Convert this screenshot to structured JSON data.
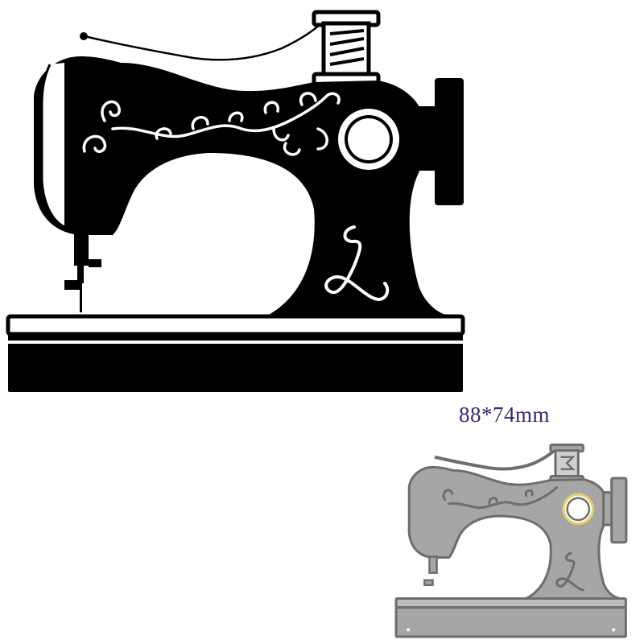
{
  "product": {
    "size_label": "88*74mm"
  },
  "colors": {
    "silhouette": "#000000",
    "detail_white": "#ffffff",
    "metal_die": "#a6a6a6",
    "metal_edge": "#6e6e6e",
    "highlight_ring": "#e6d26a",
    "label_text": "#2d2d6e"
  },
  "images": [
    {
      "name": "sewing-machine-silhouette",
      "icon": "sewing-machine-icon"
    },
    {
      "name": "metal-cutting-die-photo",
      "icon": "sewing-machine-icon"
    }
  ]
}
